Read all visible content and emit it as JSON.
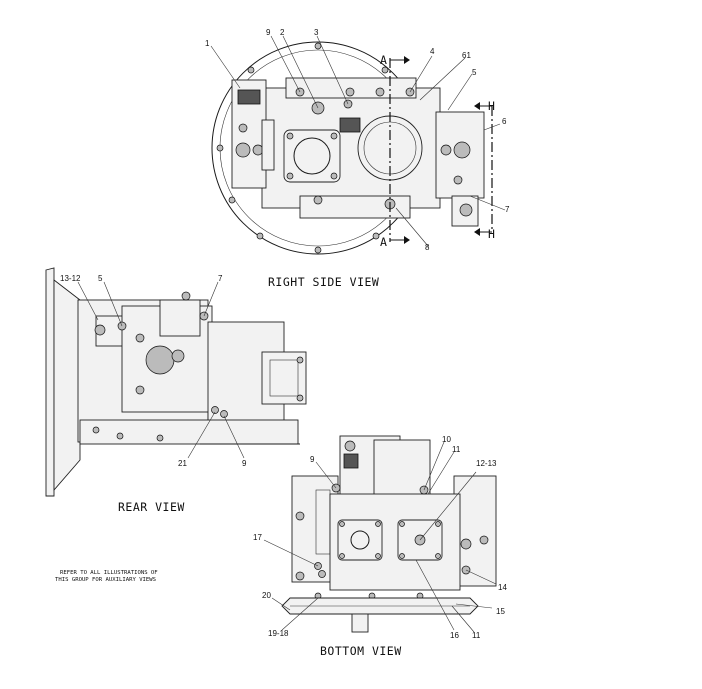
{
  "views": {
    "right_side": "RIGHT SIDE VIEW",
    "rear": "REAR VIEW",
    "bottom": "BOTTOM VIEW"
  },
  "note": {
    "line1": "REFER TO ALL ILLUSTRATIONS OF",
    "line2": "THIS GROUP FOR AUXILIARY VIEWS"
  },
  "section_markers": {
    "a_top": "A",
    "a_bottom": "A",
    "h_top": "H",
    "h_bottom": "H"
  },
  "callouts": {
    "right_side": [
      "1",
      "9",
      "2",
      "3",
      "4",
      "61",
      "5",
      "6",
      "7",
      "8"
    ],
    "rear": [
      "13-12",
      "5",
      "7",
      "21",
      "9"
    ],
    "bottom": [
      "9",
      "10",
      "11",
      "12-13",
      "17",
      "14",
      "15",
      "20",
      "19-18",
      "16",
      "11"
    ]
  }
}
